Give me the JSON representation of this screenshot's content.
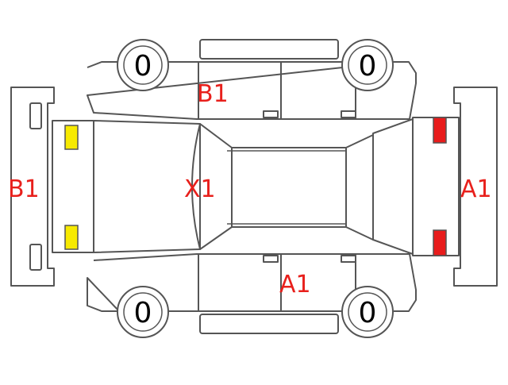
{
  "diagram": {
    "damage_codes": {
      "roof": "X1",
      "left_side_upper": "B1",
      "front": "B1",
      "rear": "A1",
      "right_side_lower": "A1"
    },
    "tires": {
      "front_left": "0",
      "rear_left": "0",
      "front_right": "0",
      "rear_right": "0"
    },
    "colors": {
      "code_text": "#e8201c",
      "outline": "#555555",
      "headlight": "#f7ea00",
      "taillight": "#e81c1c"
    }
  }
}
